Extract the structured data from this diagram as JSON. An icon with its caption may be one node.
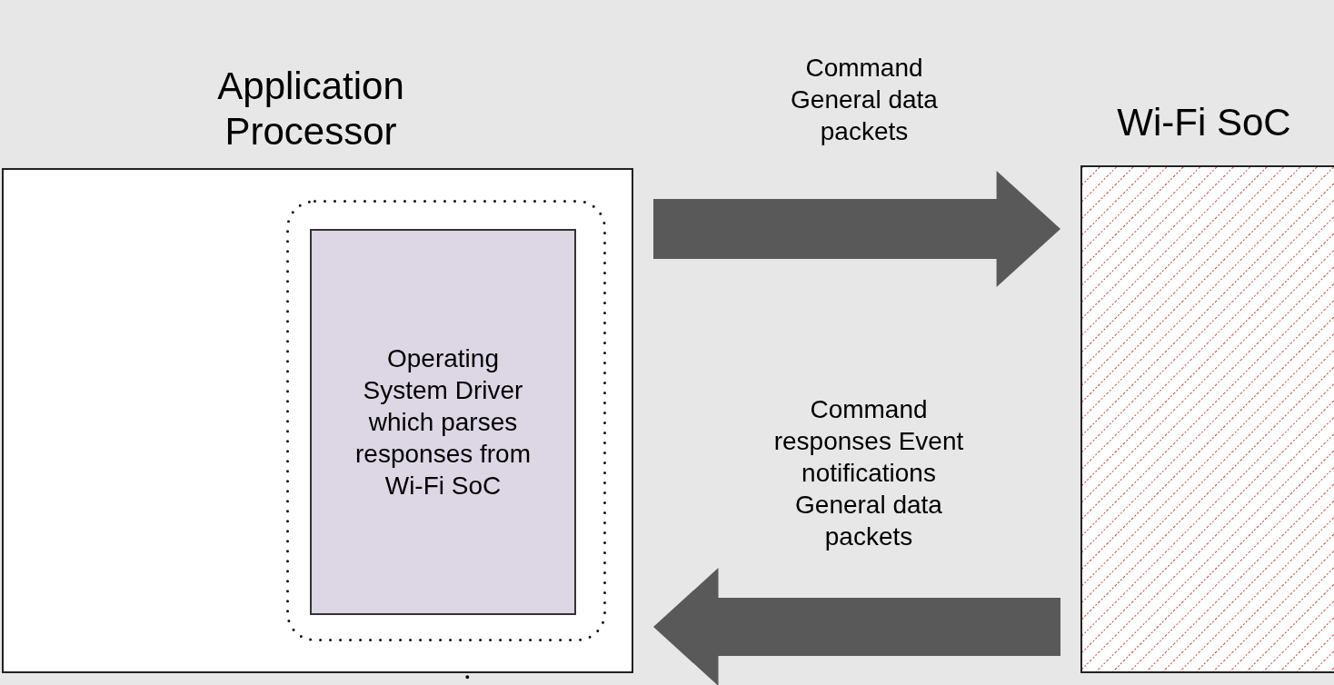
{
  "diagram": {
    "nodes": [
      {
        "text": [
          "Application Processor"
        ]
      },
      {
        "text": [],
        "shape": "box",
        "in": 0
      },
      {
        "text": [
          "Operating System Driver which parses responses from Wi-Fi SoC"
        ],
        "in": 1
      },
      {
        "text": [
          "Wi-Fi SoC"
        ]
      }
    ],
    "edges": [
      {
        "from": 0,
        "to": 3,
        "arrow": "to",
        "label": "Command General data packets",
        "style": "thick"
      },
      {
        "from": 3,
        "to": 0,
        "arrow": "to",
        "label": "Command responses Event notifications General data packets",
        "style": "thick"
      },
      {
        "from": 1,
        "to": null,
        "arrow": "none",
        "style": "dashed"
      }
    ]
  }
}
